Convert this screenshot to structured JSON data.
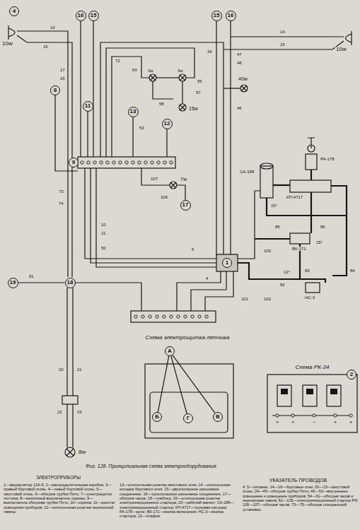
{
  "diagram": {
    "caption": "Фиг. 128. Принципиальная схема электрооборудования.",
    "nodes": [
      {
        "text": [
          "4"
        ]
      },
      {
        "text": [
          "16"
        ]
      },
      {
        "text": [
          "15"
        ]
      },
      {
        "text": [
          "15"
        ]
      },
      {
        "text": [
          "16"
        ]
      },
      {
        "text": [
          "8"
        ]
      },
      {
        "text": [
          "11"
        ]
      },
      {
        "text": [
          "13"
        ]
      },
      {
        "text": [
          "12"
        ]
      },
      {
        "text": [
          "9"
        ]
      },
      {
        "text": [
          "17"
        ]
      },
      {
        "text": [
          "1"
        ]
      },
      {
        "text": [
          "19"
        ]
      },
      {
        "text": [
          "18"
        ]
      },
      {
        "text": [
          "Схема электрощитка летчика"
        ]
      },
      {
        "text": [
          "А"
        ]
      },
      {
        "text": [
          "Б"
        ],
        "in": 14
      },
      {
        "text": [
          "Г"
        ],
        "in": 14
      },
      {
        "text": [
          "В"
        ],
        "in": 14
      },
      {
        "text": [
          "Схема РК-34"
        ]
      },
      {
        "text": [
          "2"
        ]
      }
    ],
    "edges": [
      {
        "from": 15,
        "to": 16,
        "arrow": "none"
      },
      {
        "from": 15,
        "to": 17,
        "arrow": "none"
      },
      {
        "from": 15,
        "to": 18,
        "arrow": "none"
      },
      {
        "from": 12,
        "to": 13,
        "arrow": "none"
      }
    ],
    "labels": [
      "10w",
      "10w",
      "14",
      "15",
      "14",
      "15",
      "17",
      "16",
      "72",
      "54",
      "3w",
      "3w",
      "55",
      "57",
      "58",
      "15w",
      "40w",
      "34",
      "47",
      "48",
      "46",
      "53",
      "107",
      "7w",
      "106",
      "73",
      "74",
      "10",
      "11",
      "50",
      "61",
      "4",
      "5",
      "20",
      "21",
      "22",
      "23",
      "8w",
      "СА-188",
      "РА-178",
      "КП-4717",
      "ВК-171",
      "НС-3",
      "84",
      "85",
      "86",
      "83",
      "82",
      "101",
      "102",
      "100",
      "15°",
      "15°",
      "13°",
      "+",
      "+",
      "−",
      "+",
      "+",
      "ЭЛЕКТРОПРИБОРЫ",
      "1—аккумулятор 12А-5; 2—распределительная коробка; 3—правый бортовой огонь; 4—левый бортовой огонь; 5—хвостовой огонь; 6—обогрев трубки Пито; 7—электрощиток летчика; 8—кнопочный выключатель сирены; 9—выключатель обогрева трубки Пито; 10—сирена; 11—реостат освещения приборов; 12—штепсельная розетка переносной лампы;",
      "13—штепсельная розетка хвостового огня; 14—штепсельная колодка бортового огня; 15—двухполюсное разъемное соединение; 16—трехполюсное разъемное соединение; 17—обогрев часов; 18—тумблер; 19—штепсельная розетка электроинерционного стартера; 20—рабочий магнит; СА-188—электроинерционный стартер; КП-4717—пусковая катушка; РА-178—реле; ВК-171—кнопка включения; НС-3—кнопка стартера; 21—плафон",
      "УКАЗАТЕЛЬ ПРОВОДОВ",
      "4, 5—питание; 14—16—бортовые огни; 20—23—хвостовой огонь; 24—45—обогрев трубки Пито; 46—53—внутреннее освещение и освещение приборов; 54—61—обогрев часов и переносная лампа; 62—105—электроинерционный стартер РИ; 106—107—обогрев часов; 73—75—обогрев специальной установки."
    ]
  }
}
